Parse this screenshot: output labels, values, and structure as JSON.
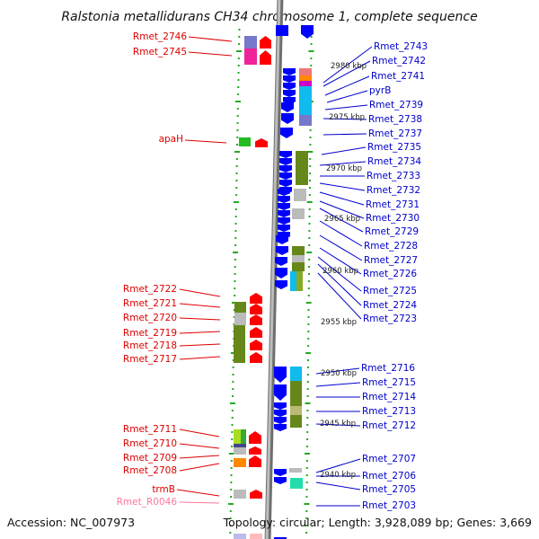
{
  "title": "Ralstonia metallidurans CH34 chromosome 1, complete sequence",
  "accession": "Accession: NC_007973",
  "summary": "Topology: circular; Length: 3,928,089 bp; Genes: 3,669",
  "colors": {
    "left_label": "#dd0000",
    "rna_label": "#ff7799",
    "right_label": "#0000cc",
    "backbone": "#888888",
    "ticks": "#22aa22",
    "forward_arrow": "#ff0000",
    "reverse_arrow": "#0000ff"
  },
  "left_labels": [
    {
      "id": "Rmet_2746",
      "text": "Rmet_2746"
    },
    {
      "id": "Rmet_2745",
      "text": "Rmet_2745"
    },
    {
      "id": "apaH",
      "text": "apaH"
    },
    {
      "id": "Rmet_2722",
      "text": "Rmet_2722"
    },
    {
      "id": "Rmet_2721",
      "text": "Rmet_2721"
    },
    {
      "id": "Rmet_2720",
      "text": "Rmet_2720"
    },
    {
      "id": "Rmet_2719",
      "text": "Rmet_2719"
    },
    {
      "id": "Rmet_2718",
      "text": "Rmet_2718"
    },
    {
      "id": "Rmet_2717",
      "text": "Rmet_2717"
    },
    {
      "id": "Rmet_2711",
      "text": "Rmet_2711"
    },
    {
      "id": "Rmet_2710",
      "text": "Rmet_2710"
    },
    {
      "id": "Rmet_2709",
      "text": "Rmet_2709"
    },
    {
      "id": "Rmet_2708",
      "text": "Rmet_2708"
    },
    {
      "id": "trmB",
      "text": "trmB"
    },
    {
      "id": "Rmet_R0046",
      "text": "Rmet_R0046",
      "rna": true
    }
  ],
  "right_labels": [
    {
      "id": "Rmet_2743",
      "text": "Rmet_2743"
    },
    {
      "id": "Rmet_2742",
      "text": "Rmet_2742"
    },
    {
      "id": "Rmet_2741",
      "text": "Rmet_2741"
    },
    {
      "id": "pyrB",
      "text": "pyrB"
    },
    {
      "id": "Rmet_2739",
      "text": "Rmet_2739"
    },
    {
      "id": "Rmet_2738",
      "text": "Rmet_2738"
    },
    {
      "id": "Rmet_2737",
      "text": "Rmet_2737"
    },
    {
      "id": "Rmet_2735",
      "text": "Rmet_2735"
    },
    {
      "id": "Rmet_2734",
      "text": "Rmet_2734"
    },
    {
      "id": "Rmet_2733",
      "text": "Rmet_2733"
    },
    {
      "id": "Rmet_2732",
      "text": "Rmet_2732"
    },
    {
      "id": "Rmet_2731",
      "text": "Rmet_2731"
    },
    {
      "id": "Rmet_2730",
      "text": "Rmet_2730"
    },
    {
      "id": "Rmet_2729",
      "text": "Rmet_2729"
    },
    {
      "id": "Rmet_2728",
      "text": "Rmet_2728"
    },
    {
      "id": "Rmet_2727",
      "text": "Rmet_2727"
    },
    {
      "id": "Rmet_2726",
      "text": "Rmet_2726"
    },
    {
      "id": "Rmet_2725",
      "text": "Rmet_2725"
    },
    {
      "id": "Rmet_2724",
      "text": "Rmet_2724"
    },
    {
      "id": "Rmet_2723",
      "text": "Rmet_2723"
    },
    {
      "id": "Rmet_2716",
      "text": "Rmet_2716"
    },
    {
      "id": "Rmet_2715",
      "text": "Rmet_2715"
    },
    {
      "id": "Rmet_2714",
      "text": "Rmet_2714"
    },
    {
      "id": "Rmet_2713",
      "text": "Rmet_2713"
    },
    {
      "id": "Rmet_2712",
      "text": "Rmet_2712"
    },
    {
      "id": "Rmet_2707",
      "text": "Rmet_2707"
    },
    {
      "id": "Rmet_2706",
      "text": "Rmet_2706"
    },
    {
      "id": "Rmet_2705",
      "text": "Rmet_2705"
    },
    {
      "id": "Rmet_2703",
      "text": "Rmet_2703"
    }
  ],
  "scale_labels": [
    {
      "id": "2980",
      "text": "2980 kbp"
    },
    {
      "id": "2975",
      "text": "2975 kbp"
    },
    {
      "id": "2970",
      "text": "2970 kbp"
    },
    {
      "id": "2965",
      "text": "2965 kbp"
    },
    {
      "id": "2960",
      "text": "2960 kbp"
    },
    {
      "id": "2955",
      "text": "2955 kbp"
    },
    {
      "id": "2950",
      "text": "2950 kbp"
    },
    {
      "id": "2945",
      "text": "2945 kbp"
    },
    {
      "id": "2940",
      "text": "2940 kbp"
    }
  ]
}
